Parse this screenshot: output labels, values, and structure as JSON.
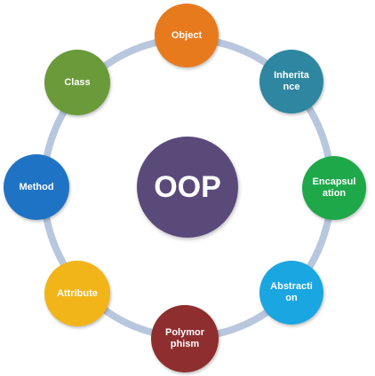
{
  "diagram": {
    "center": {
      "label": "OOP",
      "color": "#5a4a7a"
    },
    "ring_color": "#b8c7dd",
    "nodes": [
      {
        "label": "Object",
        "color": "#e87a1e"
      },
      {
        "label": "Inherita\nnce",
        "color": "#2e86a0"
      },
      {
        "label": "Encapsul\nation",
        "color": "#1fa84a"
      },
      {
        "label": "Abstracti\non",
        "color": "#1aa6e0"
      },
      {
        "label": "Polymor\nphism",
        "color": "#8e2e2e"
      },
      {
        "label": "Attribute",
        "color": "#f2b519"
      },
      {
        "label": "Method",
        "color": "#1e73c4"
      },
      {
        "label": "Class",
        "color": "#6a9a3a"
      }
    ]
  }
}
